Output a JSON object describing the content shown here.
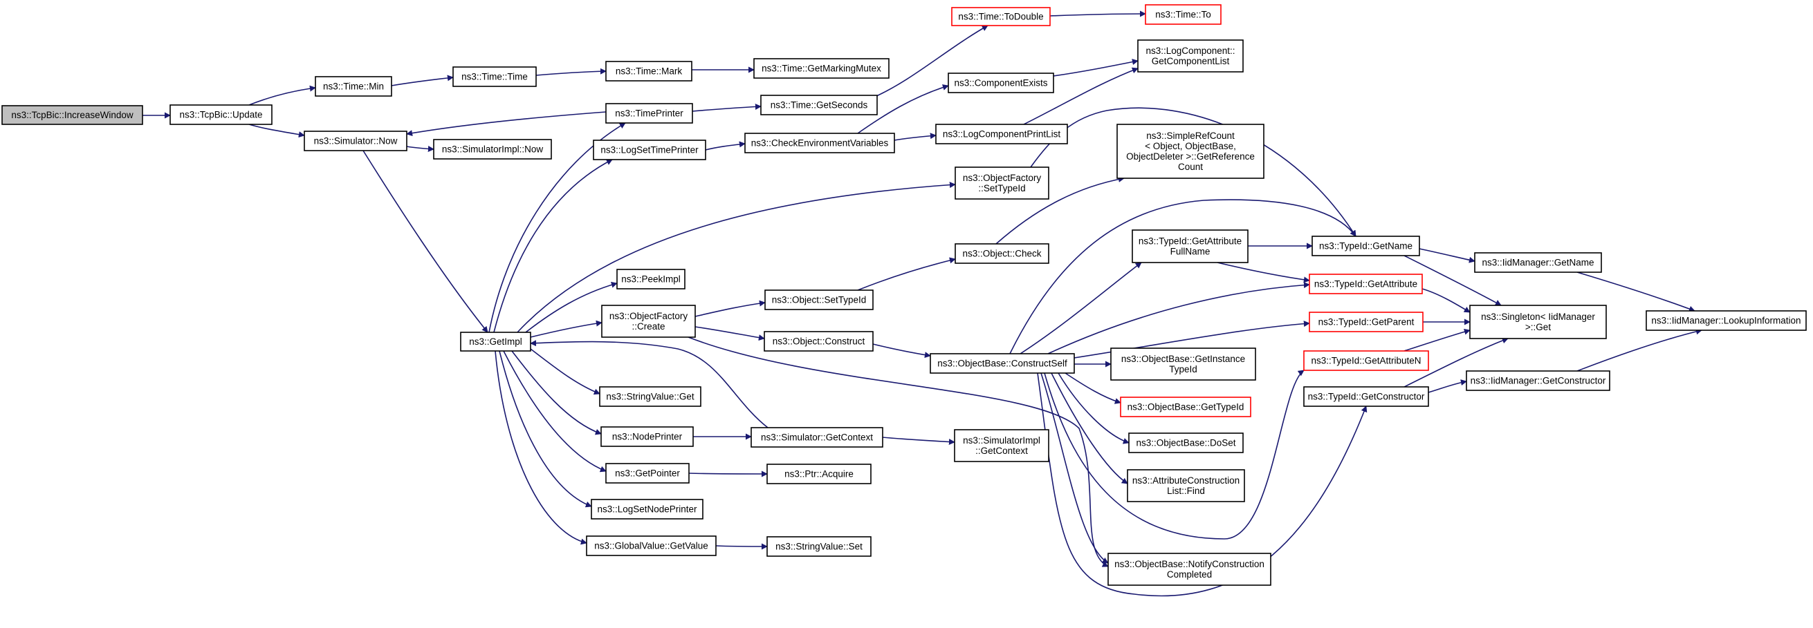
{
  "colors": {
    "edge": "#191970",
    "arrowhead": "#191970",
    "node_border": "#000000",
    "broken_node_border": "#ff0000",
    "root_fill": "#bfbfbf",
    "node_fill": "#ffffff"
  },
  "nodes": [
    {
      "id": "increase_window",
      "lines": [
        "ns3::TcpBic::IncreaseWindow"
      ],
      "style": "root"
    },
    {
      "id": "tcpbic_update",
      "lines": [
        "ns3::TcpBic::Update"
      ],
      "style": "normal"
    },
    {
      "id": "time_min",
      "lines": [
        "ns3::Time::Min"
      ],
      "style": "normal"
    },
    {
      "id": "simulator_now",
      "lines": [
        "ns3::Simulator::Now"
      ],
      "style": "normal"
    },
    {
      "id": "time_time",
      "lines": [
        "ns3::Time::Time"
      ],
      "style": "normal"
    },
    {
      "id": "time_mark",
      "lines": [
        "ns3::Time::Mark"
      ],
      "style": "normal"
    },
    {
      "id": "time_getmarkingmutex",
      "lines": [
        "ns3::Time::GetMarkingMutex"
      ],
      "style": "normal"
    },
    {
      "id": "time_todouble",
      "lines": [
        "ns3::Time::ToDouble"
      ],
      "style": "broken"
    },
    {
      "id": "time_to",
      "lines": [
        "ns3::Time::To"
      ],
      "style": "broken"
    },
    {
      "id": "timeprinter",
      "lines": [
        "ns3::TimePrinter"
      ],
      "style": "normal"
    },
    {
      "id": "time_getseconds",
      "lines": [
        "ns3::Time::GetSeconds"
      ],
      "style": "normal"
    },
    {
      "id": "simulatorimpl_now",
      "lines": [
        "ns3::SimulatorImpl::Now"
      ],
      "style": "normal"
    },
    {
      "id": "logsettimeprinter",
      "lines": [
        "ns3::LogSetTimePrinter"
      ],
      "style": "normal"
    },
    {
      "id": "checkenvvars",
      "lines": [
        "ns3::CheckEnvironmentVariables"
      ],
      "style": "normal"
    },
    {
      "id": "componentexists",
      "lines": [
        "ns3::ComponentExists"
      ],
      "style": "normal"
    },
    {
      "id": "logcomponentprintlist",
      "lines": [
        "ns3::LogComponentPrintList"
      ],
      "style": "normal"
    },
    {
      "id": "logcomponent_getlist",
      "lines": [
        "ns3::LogComponent::",
        "GetComponentList"
      ],
      "style": "normal"
    },
    {
      "id": "objectfactory_settypeid",
      "lines": [
        "ns3::ObjectFactory",
        "::SetTypeId"
      ],
      "style": "normal"
    },
    {
      "id": "simplerefcount",
      "lines": [
        "ns3::SimpleRefCount",
        "< Object, ObjectBase,",
        "ObjectDeleter >::GetReference",
        "Count"
      ],
      "style": "normal"
    },
    {
      "id": "getimpl",
      "lines": [
        "ns3::GetImpl"
      ],
      "style": "normal"
    },
    {
      "id": "peekimpl",
      "lines": [
        "ns3::PeekImpl"
      ],
      "style": "normal"
    },
    {
      "id": "objectfactory_create",
      "lines": [
        "ns3::ObjectFactory",
        "::Create"
      ],
      "style": "normal"
    },
    {
      "id": "object_settypeid",
      "lines": [
        "ns3::Object::SetTypeId"
      ],
      "style": "normal"
    },
    {
      "id": "object_check",
      "lines": [
        "ns3::Object::Check"
      ],
      "style": "normal"
    },
    {
      "id": "object_construct",
      "lines": [
        "ns3::Object::Construct"
      ],
      "style": "normal"
    },
    {
      "id": "objectbase_constructself",
      "lines": [
        "ns3::ObjectBase::ConstructSelf"
      ],
      "style": "normal"
    },
    {
      "id": "typeid_getattributefullname",
      "lines": [
        "ns3::TypeId::GetAttribute",
        "FullName"
      ],
      "style": "normal"
    },
    {
      "id": "typeid_getname",
      "lines": [
        "ns3::TypeId::GetName"
      ],
      "style": "normal"
    },
    {
      "id": "iidmanager_getname",
      "lines": [
        "ns3::IidManager::GetName"
      ],
      "style": "normal"
    },
    {
      "id": "iidmanager_lookupinformation",
      "lines": [
        "ns3::IidManager::LookupInformation"
      ],
      "style": "normal"
    },
    {
      "id": "typeid_getattribute",
      "lines": [
        "ns3::TypeId::GetAttribute"
      ],
      "style": "broken"
    },
    {
      "id": "singleton_get",
      "lines": [
        "ns3::Singleton< IidManager",
        ">::Get"
      ],
      "style": "normal"
    },
    {
      "id": "typeid_getparent",
      "lines": [
        "ns3::TypeId::GetParent"
      ],
      "style": "broken"
    },
    {
      "id": "typeid_getattributen",
      "lines": [
        "ns3::TypeId::GetAttributeN"
      ],
      "style": "broken"
    },
    {
      "id": "typeid_getconstructor",
      "lines": [
        "ns3::TypeId::GetConstructor"
      ],
      "style": "normal"
    },
    {
      "id": "iidmanager_getconstructor",
      "lines": [
        "ns3::IidManager::GetConstructor"
      ],
      "style": "normal"
    },
    {
      "id": "objectbase_getinstancetypeid",
      "lines": [
        "ns3::ObjectBase::GetInstance",
        "TypeId"
      ],
      "style": "normal"
    },
    {
      "id": "objectbase_gettypeid",
      "lines": [
        "ns3::ObjectBase::GetTypeId"
      ],
      "style": "broken"
    },
    {
      "id": "objectbase_doset",
      "lines": [
        "ns3::ObjectBase::DoSet"
      ],
      "style": "normal"
    },
    {
      "id": "attributeconstructionlist_find",
      "lines": [
        "ns3::AttributeConstruction",
        "List::Find"
      ],
      "style": "normal"
    },
    {
      "id": "objectbase_notifyconstructioncompleted",
      "lines": [
        "ns3::ObjectBase::NotifyConstruction",
        "Completed"
      ],
      "style": "normal"
    },
    {
      "id": "stringvalue_get",
      "lines": [
        "ns3::StringValue::Get"
      ],
      "style": "normal"
    },
    {
      "id": "nodeprinter",
      "lines": [
        "ns3::NodePrinter"
      ],
      "style": "normal"
    },
    {
      "id": "simulator_getcontext",
      "lines": [
        "ns3::Simulator::GetContext"
      ],
      "style": "normal"
    },
    {
      "id": "simulatorimpl_getcontext",
      "lines": [
        "ns3::SimulatorImpl",
        "::GetContext"
      ],
      "style": "normal"
    },
    {
      "id": "getpointer",
      "lines": [
        "ns3::GetPointer"
      ],
      "style": "normal"
    },
    {
      "id": "ptr_acquire",
      "lines": [
        "ns3::Ptr::Acquire"
      ],
      "style": "normal"
    },
    {
      "id": "logsetnodeprinter",
      "lines": [
        "ns3::LogSetNodePrinter"
      ],
      "style": "normal"
    },
    {
      "id": "globalvalue_getvalue",
      "lines": [
        "ns3::GlobalValue::GetValue"
      ],
      "style": "normal"
    },
    {
      "id": "stringvalue_set",
      "lines": [
        "ns3::StringValue::Set"
      ],
      "style": "normal"
    }
  ],
  "edges": [
    {
      "from": "increase_window",
      "to": "tcpbic_update"
    },
    {
      "from": "tcpbic_update",
      "to": "time_min"
    },
    {
      "from": "tcpbic_update",
      "to": "simulator_now"
    },
    {
      "from": "time_min",
      "to": "time_time"
    },
    {
      "from": "time_time",
      "to": "time_mark"
    },
    {
      "from": "time_mark",
      "to": "time_getmarkingmutex"
    },
    {
      "from": "time_getseconds",
      "to": "time_todouble"
    },
    {
      "from": "time_todouble",
      "to": "time_to"
    },
    {
      "from": "timeprinter",
      "to": "simulator_now"
    },
    {
      "from": "timeprinter",
      "to": "time_getseconds"
    },
    {
      "from": "simulator_now",
      "to": "simulatorimpl_now"
    },
    {
      "from": "simulator_now",
      "to": "getimpl"
    },
    {
      "from": "getimpl",
      "to": "timeprinter"
    },
    {
      "from": "getimpl",
      "to": "logsettimeprinter"
    },
    {
      "from": "getimpl",
      "to": "objectfactory_settypeid"
    },
    {
      "from": "getimpl",
      "to": "peekimpl"
    },
    {
      "from": "getimpl",
      "to": "objectfactory_create"
    },
    {
      "from": "getimpl",
      "to": "stringvalue_get"
    },
    {
      "from": "getimpl",
      "to": "nodeprinter"
    },
    {
      "from": "getimpl",
      "to": "getpointer"
    },
    {
      "from": "getimpl",
      "to": "logsetnodeprinter"
    },
    {
      "from": "getimpl",
      "to": "globalvalue_getvalue"
    },
    {
      "from": "logsettimeprinter",
      "to": "checkenvvars"
    },
    {
      "from": "checkenvvars",
      "to": "componentexists"
    },
    {
      "from": "checkenvvars",
      "to": "logcomponentprintlist"
    },
    {
      "from": "componentexists",
      "to": "logcomponent_getlist"
    },
    {
      "from": "logcomponentprintlist",
      "to": "logcomponent_getlist"
    },
    {
      "from": "objectfactory_settypeid",
      "to": "typeid_getname"
    },
    {
      "from": "objectfactory_create",
      "to": "object_settypeid"
    },
    {
      "from": "objectfactory_create",
      "to": "object_construct"
    },
    {
      "from": "objectfactory_create",
      "to": "objectbase_notifyconstructioncompleted"
    },
    {
      "from": "object_settypeid",
      "to": "object_check"
    },
    {
      "from": "object_check",
      "to": "simplerefcount"
    },
    {
      "from": "object_construct",
      "to": "objectbase_constructself"
    },
    {
      "from": "objectbase_constructself",
      "to": "typeid_getname"
    },
    {
      "from": "objectbase_constructself",
      "to": "typeid_getattributefullname"
    },
    {
      "from": "objectbase_constructself",
      "to": "typeid_getattribute"
    },
    {
      "from": "objectbase_constructself",
      "to": "typeid_getparent"
    },
    {
      "from": "objectbase_constructself",
      "to": "objectbase_getinstancetypeid"
    },
    {
      "from": "objectbase_constructself",
      "to": "objectbase_gettypeid"
    },
    {
      "from": "objectbase_constructself",
      "to": "objectbase_doset"
    },
    {
      "from": "objectbase_constructself",
      "to": "attributeconstructionlist_find"
    },
    {
      "from": "objectbase_constructself",
      "to": "typeid_getattributen"
    },
    {
      "from": "objectbase_constructself",
      "to": "objectbase_notifyconstructioncompleted"
    },
    {
      "from": "objectbase_constructself",
      "to": "typeid_getconstructor"
    },
    {
      "from": "typeid_getattributefullname",
      "to": "typeid_getname"
    },
    {
      "from": "typeid_getattributefullname",
      "to": "typeid_getattribute"
    },
    {
      "from": "typeid_getname",
      "to": "iidmanager_getname"
    },
    {
      "from": "typeid_getname",
      "to": "singleton_get"
    },
    {
      "from": "iidmanager_getname",
      "to": "iidmanager_lookupinformation"
    },
    {
      "from": "typeid_getattribute",
      "to": "singleton_get"
    },
    {
      "from": "typeid_getparent",
      "to": "singleton_get"
    },
    {
      "from": "typeid_getattributen",
      "to": "singleton_get"
    },
    {
      "from": "typeid_getconstructor",
      "to": "singleton_get"
    },
    {
      "from": "typeid_getconstructor",
      "to": "iidmanager_getconstructor"
    },
    {
      "from": "iidmanager_getconstructor",
      "to": "iidmanager_lookupinformation"
    },
    {
      "from": "nodeprinter",
      "to": "simulator_getcontext"
    },
    {
      "from": "simulator_getcontext",
      "to": "getimpl"
    },
    {
      "from": "simulator_getcontext",
      "to": "simulatorimpl_getcontext"
    },
    {
      "from": "getpointer",
      "to": "ptr_acquire"
    },
    {
      "from": "globalvalue_getvalue",
      "to": "stringvalue_set"
    }
  ]
}
